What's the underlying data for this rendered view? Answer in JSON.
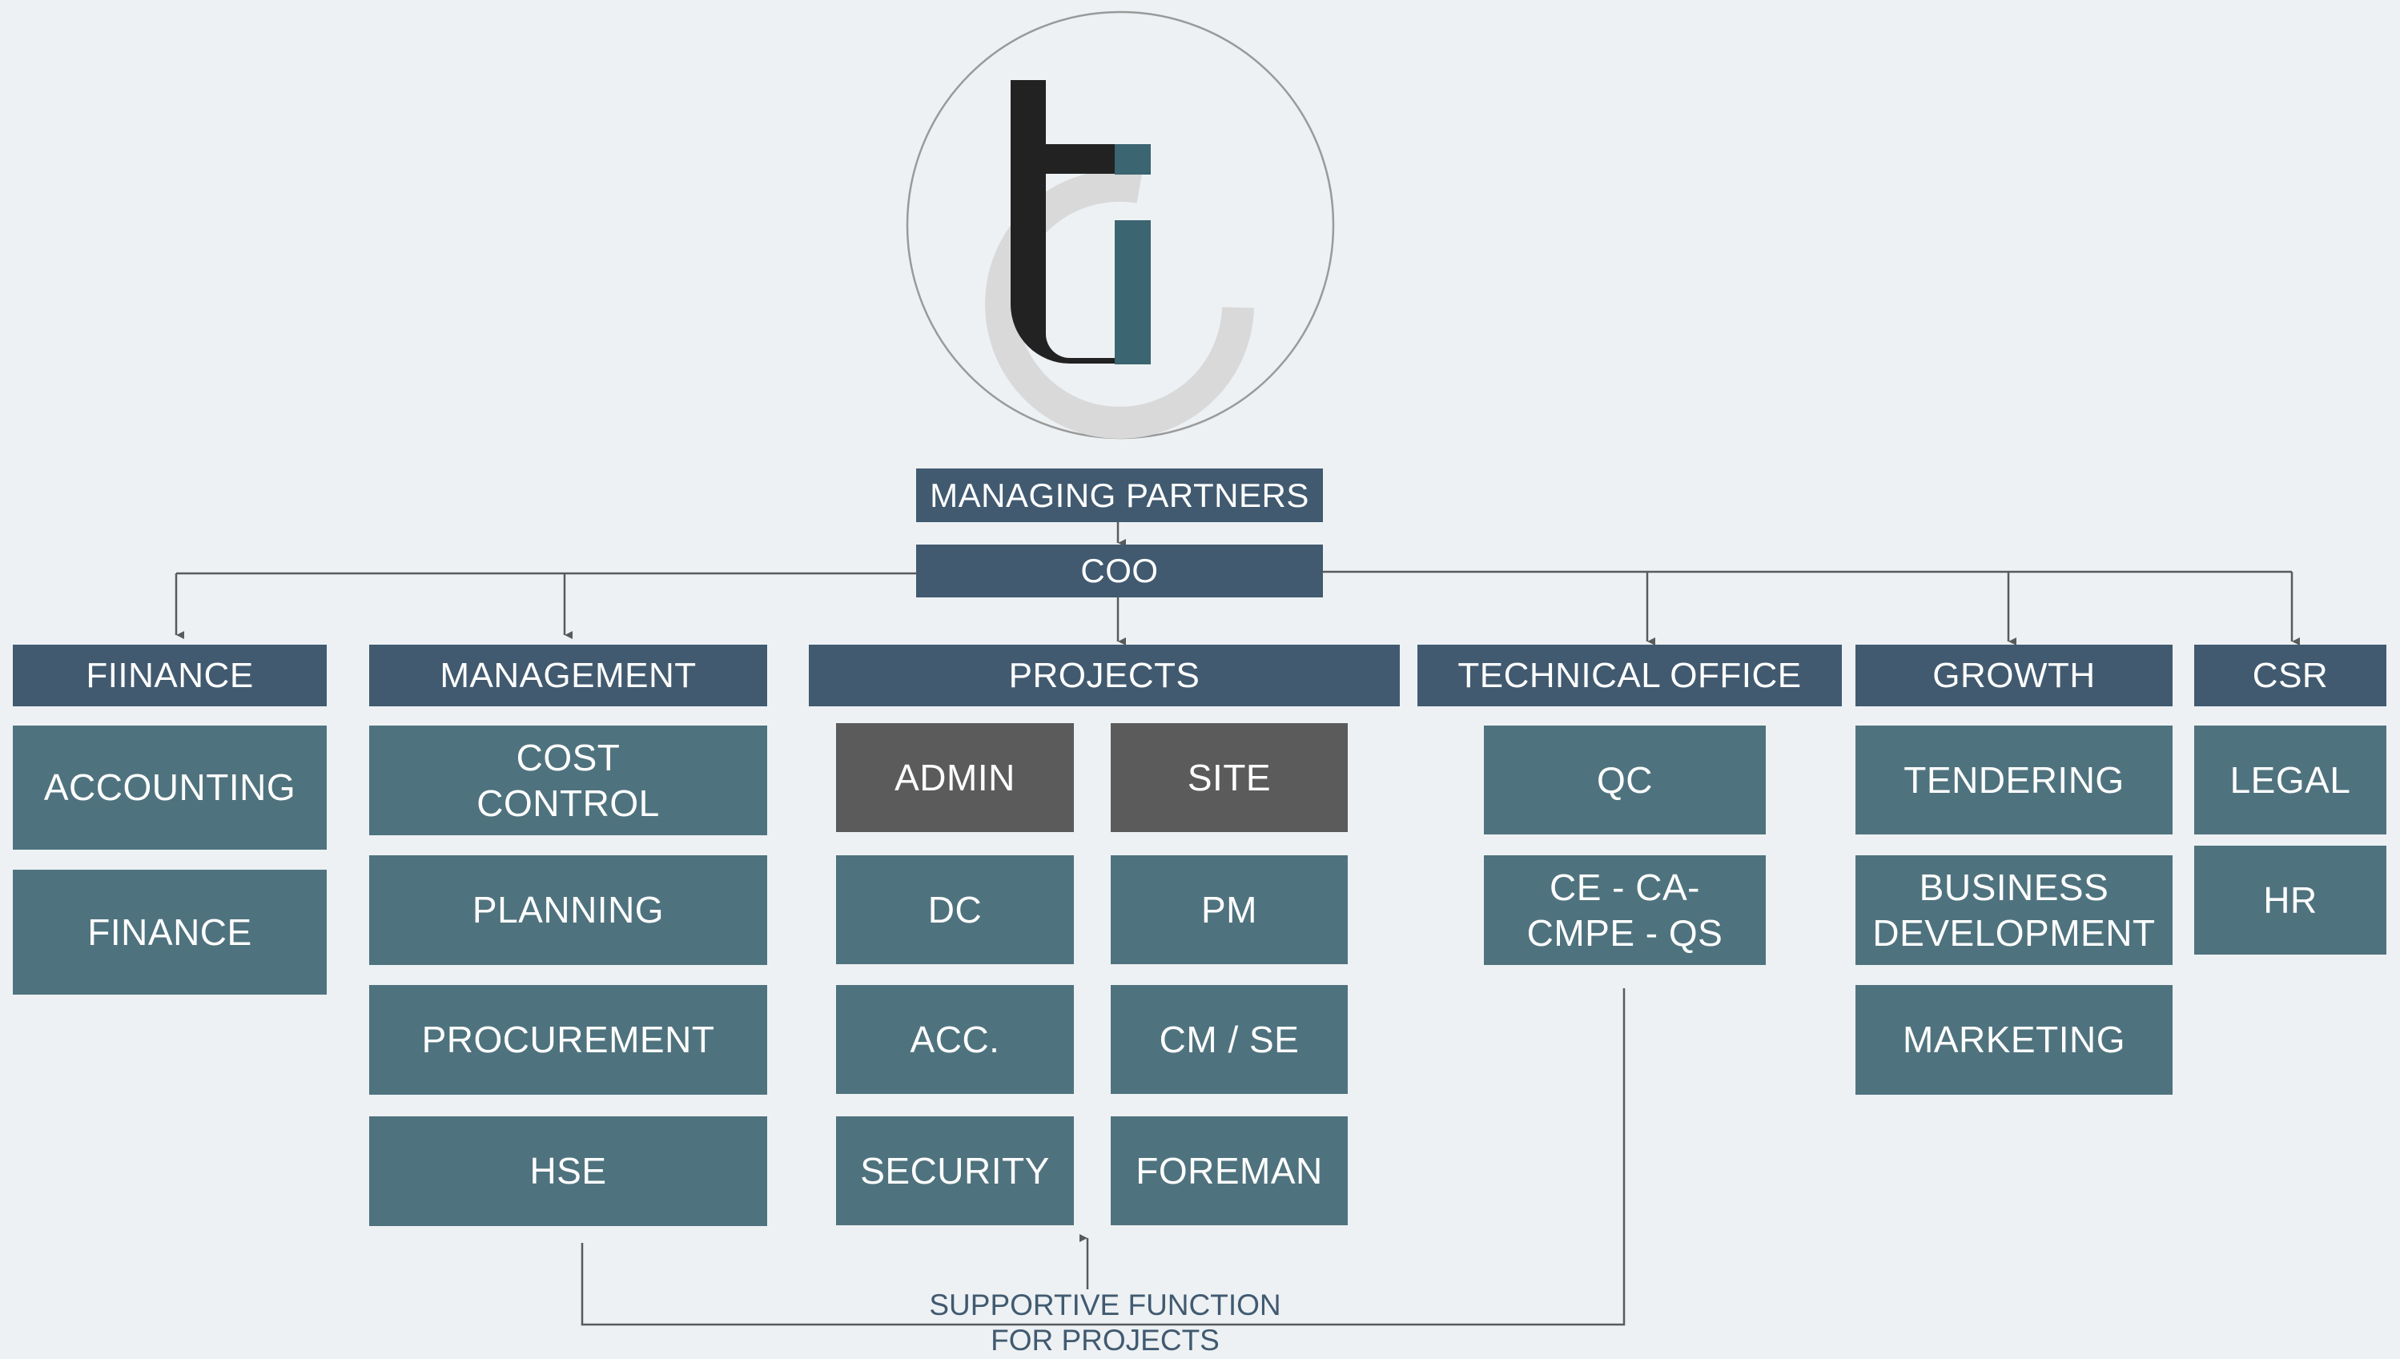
{
  "colors": {
    "background": "#edf1f4",
    "header": "#415a70",
    "item": "#4f737e",
    "highlight": "#5b5b5b",
    "connector": "#5a5a5a"
  },
  "logo": {
    "icon": "tc-logo-icon"
  },
  "top": {
    "managing_partners": "MANAGING PARTNERS",
    "coo": "COO"
  },
  "departments": [
    {
      "title": "FIINANCE",
      "items": [
        "ACCOUNTING",
        "FINANCE"
      ]
    },
    {
      "title": "MANAGEMENT",
      "items": [
        "COST\nCONTROL",
        "PLANNING",
        "PROCUREMENT",
        "HSE"
      ]
    },
    {
      "title": "PROJECTS",
      "items": [
        "ADMIN",
        "SITE",
        "DC",
        "PM",
        "ACC.",
        "CM / SE",
        "SECURITY",
        "FOREMAN"
      ]
    },
    {
      "title": "TECHNICAL OFFICE",
      "items": [
        "QC",
        "CE - CA-\nCMPE - QS"
      ]
    },
    {
      "title": "GROWTH",
      "items": [
        "TENDERING",
        "BUSINESS\nDEVELOPMENT",
        "MARKETING"
      ]
    },
    {
      "title": "CSR",
      "items": [
        "LEGAL",
        "HR"
      ]
    }
  ],
  "support_note": "SUPPORTIVE FUNCTION\nFOR PROJECTS"
}
